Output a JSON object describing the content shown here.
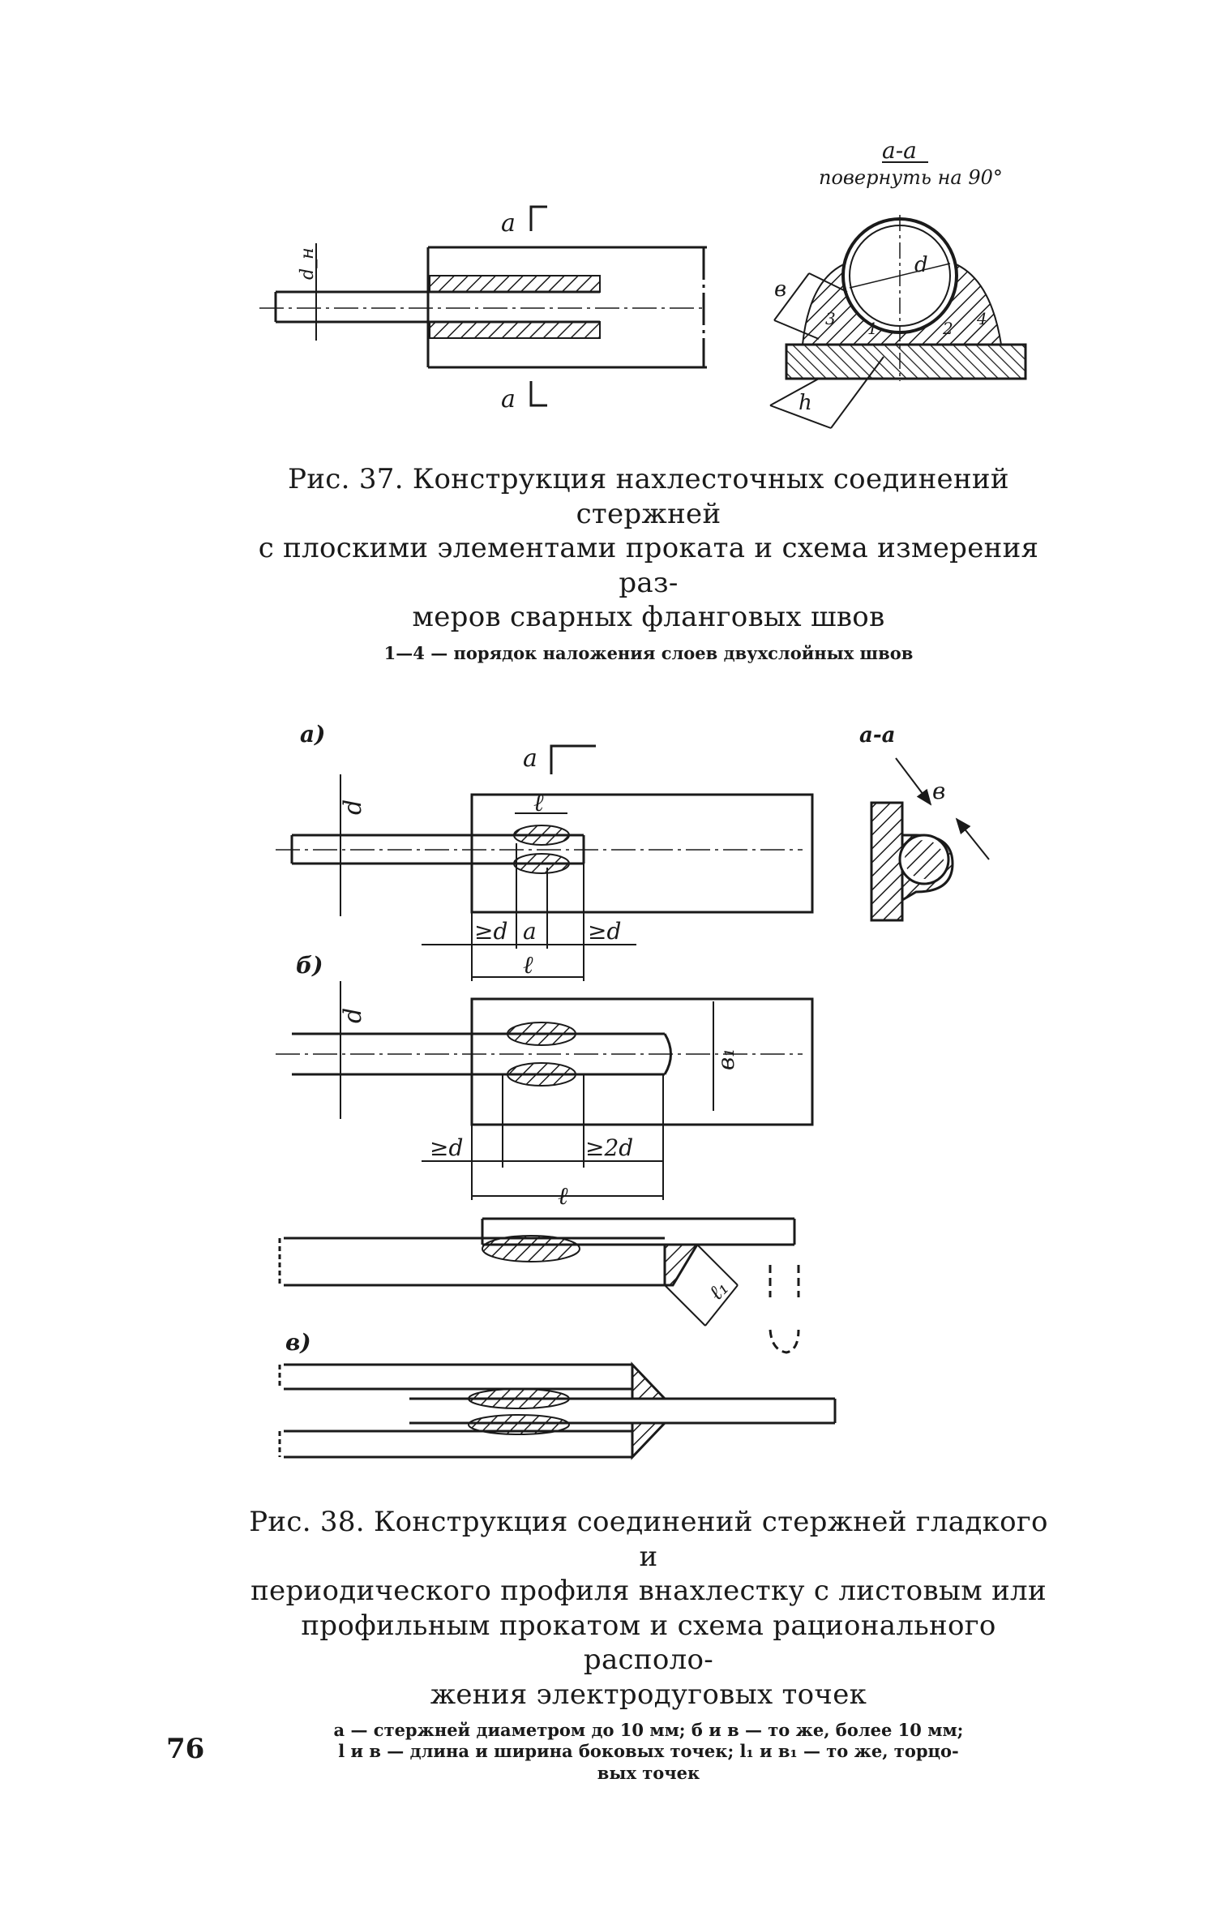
{
  "page_number": "76",
  "figure37": {
    "section_label": "a-a",
    "section_note": "повернуть на 90°",
    "cut_mark_top": "a",
    "cut_mark_bottom": "a",
    "dim_thickness": "d_н",
    "dim_diameter": "d",
    "dim_b": "в",
    "dim_h": "h",
    "layers": [
      "1",
      "2",
      "3",
      "4"
    ],
    "caption": {
      "lines": [
        "Рис. 37. Конструкция нахлесточных соединений стержней",
        "с плоскими элементами проката и схема измерения раз-",
        "меров сварных фланговых швов"
      ],
      "note": "1—4 — порядок наложения слоев двухслойных швов"
    }
  },
  "figure38": {
    "panel_a": "а)",
    "panel_b": "б)",
    "panel_c": "в)",
    "section_label": "а-а",
    "cut_mark": "а",
    "dims": {
      "d": "d",
      "l": "ℓ",
      "a": "а",
      "ge_d": "≥d",
      "ge_2d": "≥2d",
      "b": "в",
      "b1": "в₁",
      "l1": "ℓ₁"
    },
    "caption": {
      "lines": [
        "Рис. 38. Конструкция соединений стержней гладкого и",
        "периодического профиля внахлестку с листовым или",
        "профильным прокатом и схема рационального располо-",
        "жения электродуговых точек"
      ],
      "note_lines": [
        "а — стержней диаметром до 10 мм; б и в — то же, более 10 мм;",
        "l и в — длина и ширина боковых точек; l₁ и в₁ — то же, торцо-",
        "вых точек"
      ]
    }
  }
}
